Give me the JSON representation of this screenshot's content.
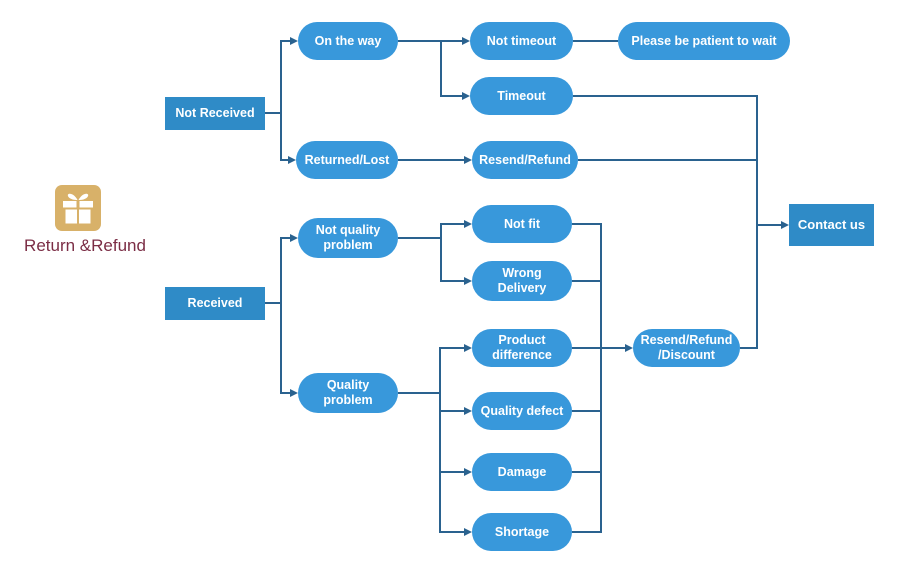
{
  "diagram": {
    "brand": {
      "title": "Return &Refund",
      "icon": "gift-icon"
    },
    "nodes": {
      "not_received": {
        "label": "Not Received",
        "shape": "rect"
      },
      "received": {
        "label": "Received",
        "shape": "rect"
      },
      "on_the_way": {
        "label": "On the way",
        "shape": "pill"
      },
      "not_timeout": {
        "label": "Not timeout",
        "shape": "pill"
      },
      "please_be_patient_to_wait": {
        "label": "Please be patient to wait",
        "shape": "pill"
      },
      "timeout": {
        "label": "Timeout",
        "shape": "pill"
      },
      "returned_lost": {
        "label": "Returned/Lost",
        "shape": "pill"
      },
      "resend_refund": {
        "label": "Resend/Refund",
        "shape": "pill"
      },
      "not_quality_problem": {
        "label": "Not quality\nproblem",
        "shape": "pill"
      },
      "not_fit": {
        "label": "Not fit",
        "shape": "pill"
      },
      "wrong_delivery": {
        "label": "Wrong\nDelivery",
        "shape": "pill"
      },
      "product_difference": {
        "label": "Product\ndifference",
        "shape": "pill"
      },
      "resend_refund_discount": {
        "label": "Resend/Refund\n/Discount",
        "shape": "pill"
      },
      "quality_problem": {
        "label": "Quality\nproblem",
        "shape": "pill"
      },
      "quality_defect": {
        "label": "Quality defect",
        "shape": "pill"
      },
      "damage": {
        "label": "Damage",
        "shape": "pill"
      },
      "shortage": {
        "label": "Shortage",
        "shape": "pill"
      },
      "contact_us": {
        "label": "Contact us",
        "shape": "rect"
      }
    },
    "edges": [
      {
        "from": "not_received",
        "to": "on_the_way"
      },
      {
        "from": "not_received",
        "to": "returned_lost"
      },
      {
        "from": "on_the_way",
        "to": "not_timeout"
      },
      {
        "from": "on_the_way",
        "to": "timeout"
      },
      {
        "from": "not_timeout",
        "to": "please_be_patient_to_wait"
      },
      {
        "from": "timeout",
        "to": "contact_us"
      },
      {
        "from": "returned_lost",
        "to": "resend_refund"
      },
      {
        "from": "resend_refund",
        "to": "contact_us"
      },
      {
        "from": "received",
        "to": "not_quality_problem"
      },
      {
        "from": "received",
        "to": "quality_problem"
      },
      {
        "from": "not_quality_problem",
        "to": "not_fit"
      },
      {
        "from": "not_quality_problem",
        "to": "wrong_delivery"
      },
      {
        "from": "quality_problem",
        "to": "product_difference"
      },
      {
        "from": "quality_problem",
        "to": "quality_defect"
      },
      {
        "from": "quality_problem",
        "to": "damage"
      },
      {
        "from": "quality_problem",
        "to": "shortage"
      },
      {
        "from": "not_fit",
        "to": "resend_refund_discount"
      },
      {
        "from": "wrong_delivery",
        "to": "resend_refund_discount"
      },
      {
        "from": "product_difference",
        "to": "resend_refund_discount"
      },
      {
        "from": "quality_defect",
        "to": "resend_refund_discount"
      },
      {
        "from": "damage",
        "to": "resend_refund_discount"
      },
      {
        "from": "shortage",
        "to": "resend_refund_discount"
      },
      {
        "from": "resend_refund_discount",
        "to": "contact_us"
      }
    ],
    "colors": {
      "pill_fill": "#3898db",
      "rect_fill": "#2f8bc7",
      "connector": "#2a628f",
      "node_text": "#ffffff",
      "brand_text": "#7b2d45",
      "icon_background": "#d8b169",
      "background": "#ffffff"
    }
  }
}
